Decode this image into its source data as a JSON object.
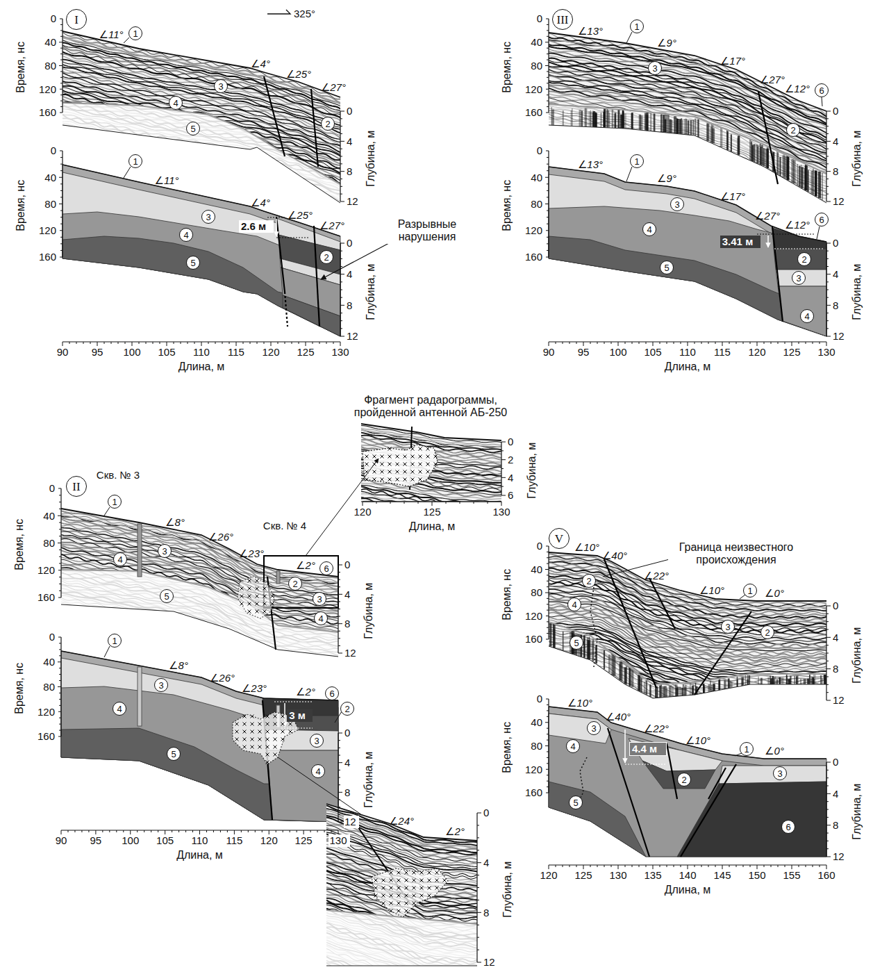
{
  "diagram": {
    "nodes": [
      {
        "text": [
          "I"
        ]
      },
      {
        "text": [
          "1"
        ]
      },
      {
        "text": [
          "3"
        ]
      },
      {
        "text": [
          "4"
        ]
      },
      {
        "text": [
          "5"
        ]
      },
      {
        "text": [
          "2"
        ]
      },
      {
        "text": [
          "1"
        ]
      },
      {
        "text": [
          "3"
        ]
      },
      {
        "text": [
          "4"
        ]
      },
      {
        "text": [
          "5"
        ]
      },
      {
        "text": [
          "2"
        ]
      },
      {
        "text": [
          "III"
        ]
      },
      {
        "text": [
          "1"
        ]
      },
      {
        "text": [
          "3"
        ]
      },
      {
        "text": [
          "6"
        ]
      },
      {
        "text": [
          "2"
        ]
      },
      {
        "text": [
          "1"
        ]
      },
      {
        "text": [
          "3"
        ]
      },
      {
        "text": [
          "4"
        ]
      },
      {
        "text": [
          "5"
        ]
      },
      {
        "text": [
          "6"
        ]
      },
      {
        "text": [
          "2"
        ]
      },
      {
        "text": [
          "3"
        ]
      },
      {
        "text": [
          "4"
        ]
      },
      {
        "text": [
          "II"
        ]
      },
      {
        "text": [
          "1"
        ]
      },
      {
        "text": [
          "3"
        ]
      },
      {
        "text": [
          "4"
        ]
      },
      {
        "text": [
          "5"
        ]
      },
      {
        "text": [
          "2"
        ]
      },
      {
        "text": [
          "3"
        ]
      },
      {
        "text": [
          "4"
        ]
      },
      {
        "text": [
          "6"
        ]
      },
      {
        "text": [
          "1"
        ]
      },
      {
        "text": [
          "3"
        ]
      },
      {
        "text": [
          "4"
        ]
      },
      {
        "text": [
          "5"
        ]
      },
      {
        "text": [
          "6"
        ]
      },
      {
        "text": [
          "2"
        ]
      },
      {
        "text": [
          "3"
        ]
      },
      {
        "text": [
          "4"
        ]
      },
      {
        "text": [
          "V"
        ]
      },
      {
        "text": [
          "2"
        ]
      },
      {
        "text": [
          "4"
        ]
      },
      {
        "text": [
          "5"
        ]
      },
      {
        "text": [
          "1"
        ]
      },
      {
        "text": [
          "3"
        ]
      },
      {
        "text": [
          "2"
        ]
      },
      {
        "text": [
          "3"
        ]
      },
      {
        "text": [
          "4"
        ]
      },
      {
        "text": [
          "5"
        ]
      },
      {
        "text": [
          "1"
        ]
      },
      {
        "text": [
          "2"
        ]
      },
      {
        "text": [
          "3"
        ]
      },
      {
        "text": [
          "6"
        ]
      }
    ],
    "labels": [
      "325°",
      "Время, нс",
      "0",
      "40",
      "80",
      "120",
      "160",
      "Глубина, м",
      "0",
      "4",
      "8",
      "12",
      "∠11°",
      "∠4°",
      "∠25°",
      "∠27°",
      "Время, нс",
      "0",
      "40",
      "80",
      "120",
      "160",
      "Глубина, м",
      "0",
      "4",
      "8",
      "12",
      "∠11°",
      "∠4°",
      "∠25°",
      "∠27°",
      "2.6 м",
      "Разрывные нарушения",
      "90",
      "95",
      "100",
      "105",
      "110",
      "115",
      "120",
      "125",
      "130",
      "Длина, м",
      "Время, нс",
      "0",
      "40",
      "80",
      "120",
      "160",
      "Глубина, м",
      "0",
      "4",
      "8",
      "12",
      "∠13°",
      "∠9°",
      "∠17°",
      "∠27°",
      "∠12°",
      "Время, нс",
      "0",
      "40",
      "80",
      "120",
      "160",
      "Глубина, м",
      "0",
      "4",
      "8",
      "12",
      "∠13°",
      "∠9°",
      "∠17°",
      "∠27°",
      "∠12°",
      "3.41 м",
      "90",
      "95",
      "100",
      "105",
      "110",
      "115",
      "120",
      "125",
      "130",
      "Длина, м",
      "Фрагмент радарограммы, пройденной антенной АБ-250",
      "Глубина, м",
      "0",
      "2",
      "4",
      "6",
      "120",
      "125",
      "130",
      "Длина, м",
      "Скв. № 3",
      "Время, нс",
      "0",
      "40",
      "80",
      "120",
      "160",
      "Глубина, м",
      "0",
      "4",
      "8",
      "12",
      "∠8°",
      "∠26°",
      "∠23°",
      "Скв. № 4",
      "∠2°",
      "Время, нс",
      "0",
      "40",
      "80",
      "120",
      "160",
      "Глубина, м",
      "0",
      "4",
      "8",
      "12",
      "∠8°",
      "∠26°",
      "∠23°",
      "∠2°",
      "3 м",
      "90",
      "95",
      "100",
      "105",
      "110",
      "115",
      "120",
      "125",
      "130",
      "Длина, м",
      "∠24°",
      "∠2°",
      "Глубина, м",
      "0",
      "4",
      "8",
      "12",
      "Граница неизвестного происхождения",
      "Время, нс",
      "0",
      "40",
      "80",
      "120",
      "160",
      "Глубина, м",
      "0",
      "4",
      "8",
      "12",
      "∠10°",
      "∠40°",
      "∠22°",
      "∠10°",
      "∠0°",
      "Время, нс",
      "0",
      "40",
      "80",
      "120",
      "160",
      "Глубина, м",
      "0",
      "4",
      "8",
      "12",
      "∠10°",
      "∠40°",
      "∠22°",
      "∠10°",
      "∠0°",
      "4.4 м",
      "120",
      "125",
      "130",
      "135",
      "140",
      "145",
      "150",
      "155",
      "160",
      "Длина, м"
    ]
  }
}
